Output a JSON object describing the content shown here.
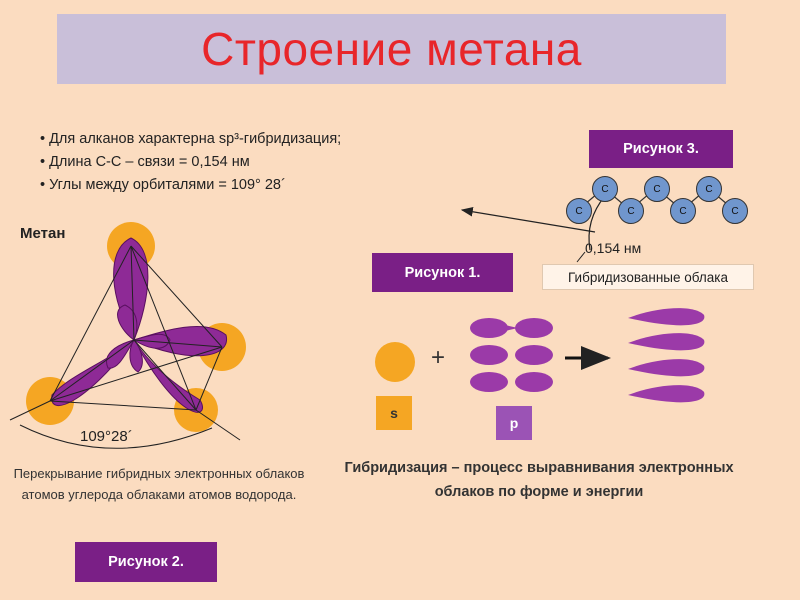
{
  "title": "Строение метана",
  "bullets": [
    "Для алканов характерна sp³-гибридизация;",
    "Длина С-С – связи = 0,154  нм",
    "Углы между орбиталями = 109° 28´"
  ],
  "labels": {
    "figure1": "Рисунок 1.",
    "figure2": "Рисунок 2.",
    "figure3": "Рисунок 3.",
    "methane": "Метан",
    "angle": "109°28´",
    "overlap_caption": "Перекрывание гибридных электронных облаков атомов углерода облаками атомов водорода.",
    "bond_length": "0,154 нм",
    "hybrid_clouds": "Гибридизованные облака",
    "s_orbital": "s",
    "p_orbital": "p",
    "plus": "+",
    "hybridization_definition": "Гибридизация – процесс выравнивания электронных облаков по форме и энергии",
    "carbon_atom": "C"
  },
  "colors": {
    "background": "#fbdcc0",
    "title_text": "#e8262a",
    "title_bg": "#c9bfd9",
    "label_bg": "#7a1f86",
    "orbital_purple": "#8e2a96",
    "hydrogen_orange": "#f5a623"
  }
}
